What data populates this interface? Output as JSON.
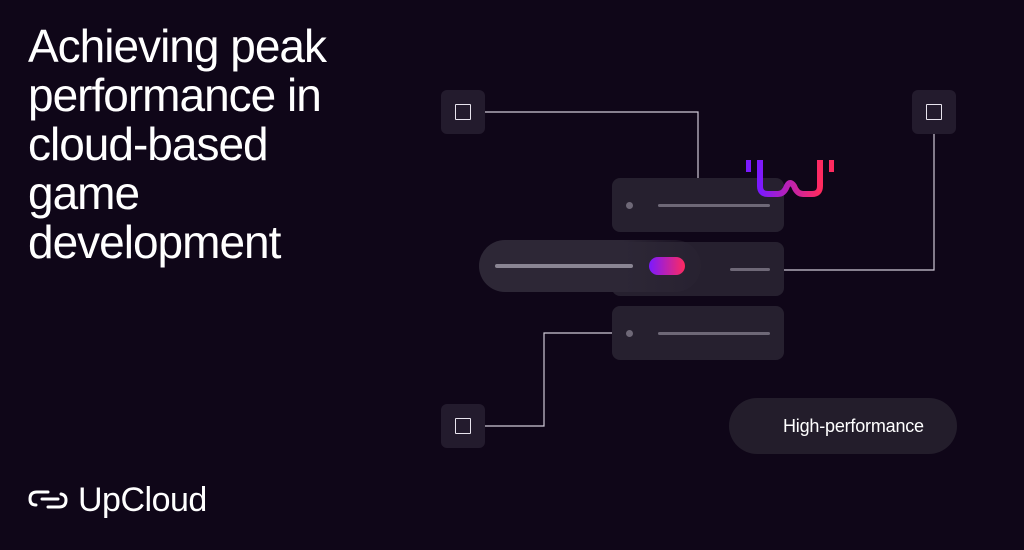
{
  "headline": {
    "lines": [
      "Achieving peak",
      "performance in",
      "cloud-based",
      "game",
      "development"
    ]
  },
  "logo": {
    "text": "UpCloud",
    "icon": "upcloud-logo-icon"
  },
  "badge": {
    "label": "High-performance",
    "icon": "sliders-icon"
  },
  "colors": {
    "background": "#0f0618",
    "accent_purple": "#7b19ff",
    "accent_pink": "#ff2a5f",
    "panel": "#26202f"
  }
}
